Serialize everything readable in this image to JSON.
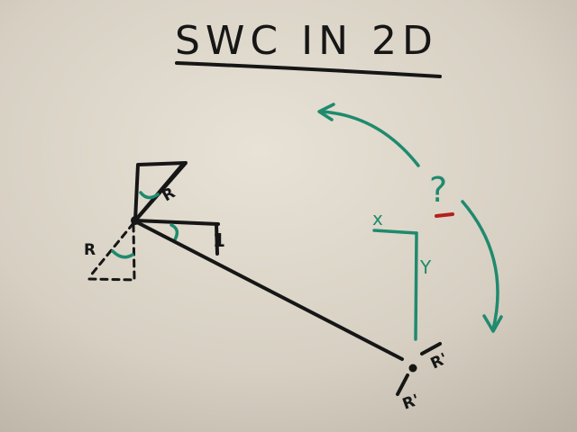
{
  "title": "SWC IN 2D",
  "labels": {
    "r_upper": "R",
    "r_left": "R",
    "one": "1",
    "x": "x",
    "y": "Y",
    "question": "?",
    "minus": "–",
    "r_prime_right": "R'",
    "r_prime_bottom": "R'"
  },
  "colors": {
    "marker_black": "#161616",
    "marker_green": "#1f8a6e",
    "marker_red": "#b3201f",
    "whiteboard": "#d9d2c6"
  }
}
